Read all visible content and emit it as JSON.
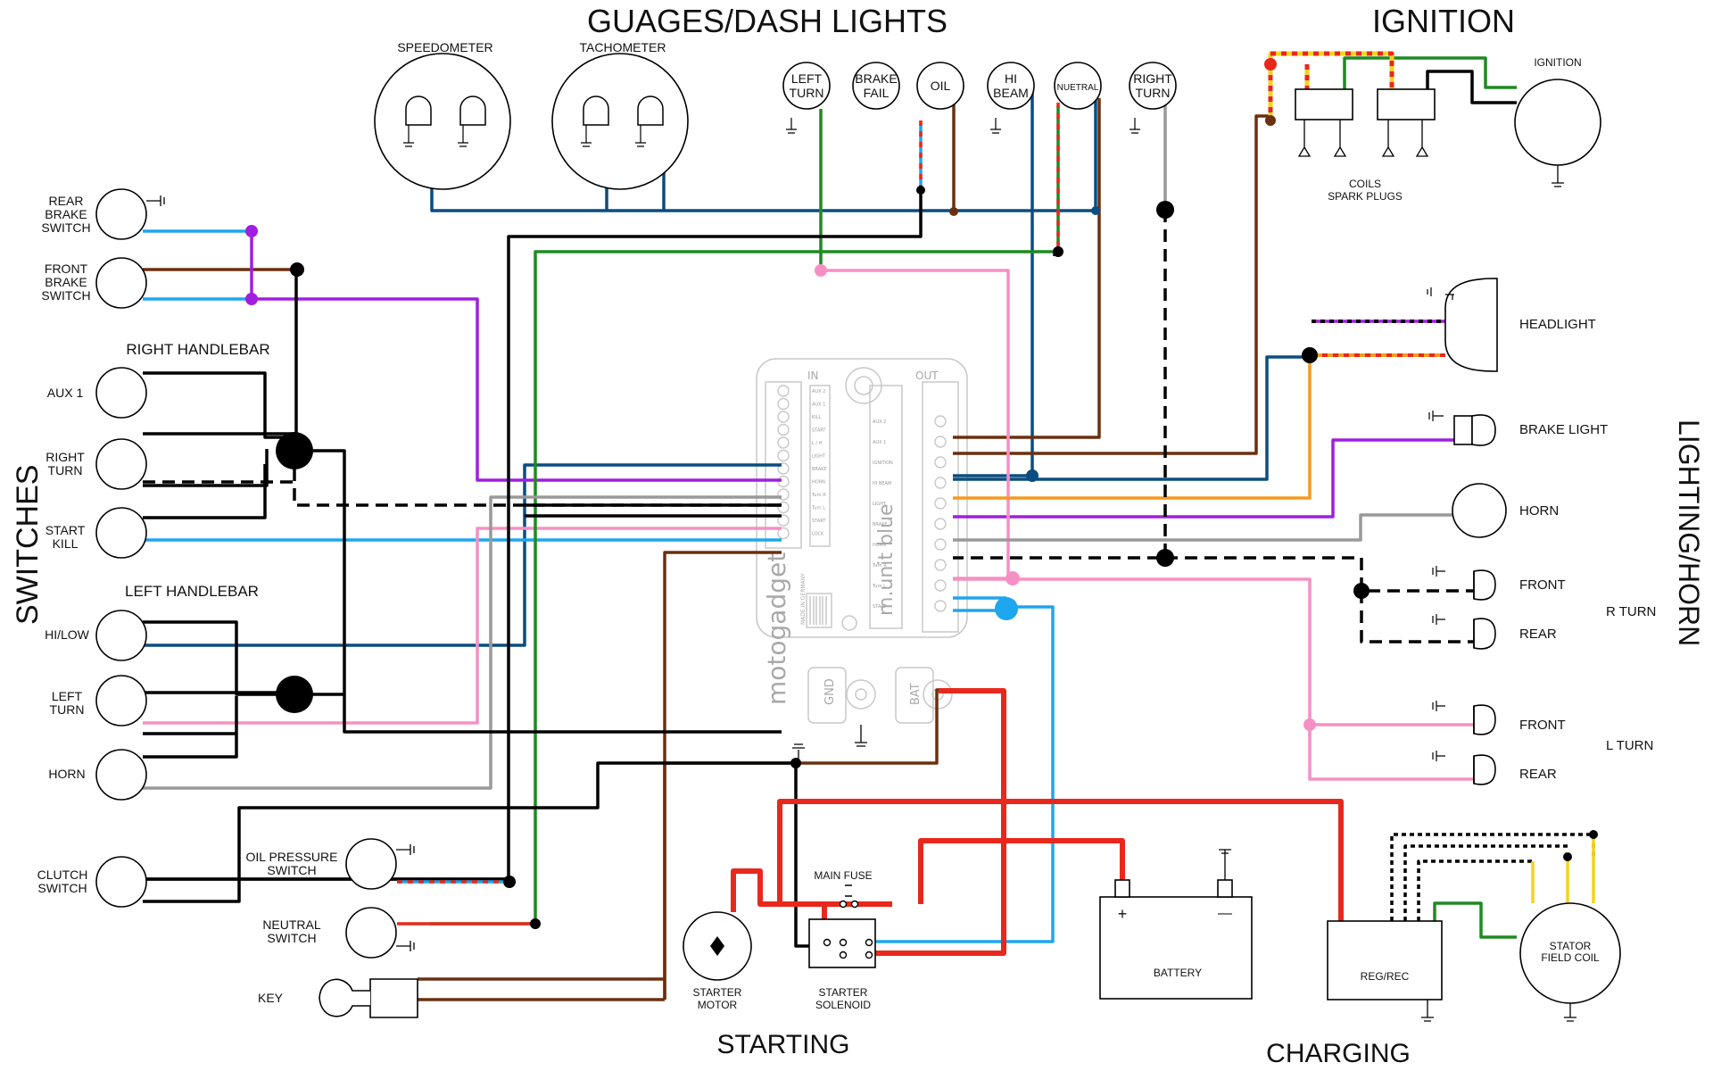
{
  "sections": {
    "gauges": "GUAGES/DASH LIGHTS",
    "ignition": "IGNITION",
    "switches": "SWITCHES",
    "lighting": "LIGHTING/HORN",
    "starting": "STARTING",
    "charging": "CHARGING"
  },
  "gauges": {
    "speedometer": "SPEEDOMETER",
    "tachometer": "TACHOMETER",
    "left_turn": [
      "LEFT",
      "TURN"
    ],
    "brake_fail": [
      "BRAKE",
      "FAIL"
    ],
    "oil": "OIL",
    "hi_beam": [
      "HI",
      "BEAM"
    ],
    "neutral": "NUETRAL",
    "right_turn": [
      "RIGHT",
      "TURN"
    ]
  },
  "ignition": {
    "ignition": "IGNITION",
    "coils": "COILS",
    "spark_plugs": "SPARK PLUGS"
  },
  "switches": {
    "rear_brake": [
      "REAR",
      "BRAKE",
      "SWITCH"
    ],
    "front_brake": [
      "FRONT",
      "BRAKE",
      "SWITCH"
    ],
    "right_handlebar": "RIGHT HANDLEBAR",
    "aux1": "AUX 1",
    "right_turn": [
      "RIGHT",
      "TURN"
    ],
    "start_kill": [
      "START",
      "KILL"
    ],
    "left_handlebar": "LEFT HANDLEBAR",
    "hi_low": "HI/LOW",
    "left_turn": [
      "LEFT",
      "TURN"
    ],
    "horn": "HORN",
    "clutch": [
      "CLUTCH",
      "SWITCH"
    ],
    "oil_pressure": [
      "OIL PRESSURE",
      "SWITCH"
    ],
    "neutral": [
      "NEUTRAL",
      "SWITCH"
    ],
    "key": "KEY"
  },
  "lighting": {
    "headlight": "HEADLIGHT",
    "brake_light": "BRAKE LIGHT",
    "horn": "HORN",
    "r_front": "FRONT",
    "r_rear": "REAR",
    "r_turn": "R TURN",
    "l_front": "FRONT",
    "l_rear": "REAR",
    "l_turn": "L TURN"
  },
  "starting": {
    "main_fuse": "MAIN FUSE",
    "starter_motor": [
      "STARTER",
      "MOTOR"
    ],
    "starter_solenoid": [
      "STARTER",
      "SOLENOID"
    ]
  },
  "charging": {
    "battery": "BATTERY",
    "reg_rec": "REG/REC",
    "stator": [
      "STATOR",
      "FIELD COIL"
    ],
    "plus": "+",
    "minus": "—"
  },
  "module": {
    "brand": "motogadget",
    "model": "m.unit blue",
    "made_in": "MADE IN GERMANY",
    "in": "IN",
    "out": "OUT",
    "gnd": "GND",
    "bat": "BAT",
    "in_pins": [
      "AUX 2",
      "AUX 1",
      "KILL",
      "START",
      "L / H",
      "LIGHT",
      "BRAKE",
      "HORN",
      "Turn R",
      "Turn L",
      "START",
      "LOCK"
    ],
    "out_pins": [
      "AUX 2",
      "AUX 1",
      "IGNITION",
      "HI BEAM",
      "LIGHT",
      "BRAKE",
      "HORN",
      "Turn R",
      "Turn L",
      "START"
    ]
  },
  "colors": {
    "black": "#000000",
    "dark_blue": "#0a4d80",
    "light_blue": "#1ea6ee",
    "purple": "#a01ee0",
    "brown": "#6b3010",
    "pink": "#f590c4",
    "green": "#1f8a22",
    "grey": "#999999",
    "orange": "#f59a1e",
    "red": "#e8281c",
    "yellow": "#f5d21e"
  }
}
